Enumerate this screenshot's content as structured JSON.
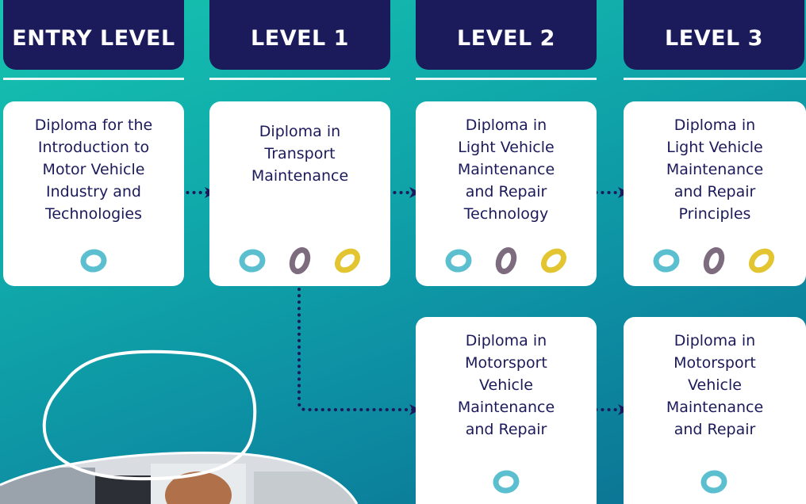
{
  "levels": [
    {
      "label": "ENTRY LEVEL"
    },
    {
      "label": "LEVEL 1"
    },
    {
      "label": "LEVEL 2"
    },
    {
      "label": "LEVEL 3"
    }
  ],
  "qualifications": [
    {
      "title": "Diploma for the\nIntroduction to\nMotor Vehicle\nIndustry and\nTechnologies",
      "marks": [
        "teal"
      ]
    },
    {
      "title": "Diploma in\nTransport\nMaintenance",
      "marks": [
        "teal",
        "purple",
        "yellow"
      ]
    },
    {
      "title": "Diploma in\nLight Vehicle\nMaintenance\nand Repair\nTechnology",
      "marks": [
        "teal",
        "purple",
        "yellow"
      ]
    },
    {
      "title": "Diploma in\nLight Vehicle\nMaintenance\nand Repair\nPrinciples",
      "marks": [
        "teal",
        "purple",
        "yellow"
      ]
    },
    {
      "title": "Diploma in\nMotorsport\nVehicle\nMaintenance\nand Repair",
      "marks": [
        "teal"
      ]
    },
    {
      "title": "Diploma in\nMotorsport\nVehicle\nMaintenance\nand Repair",
      "marks": [
        "teal"
      ]
    }
  ],
  "colors": {
    "navy": "#1b1a5a",
    "teal": "#5bbfcf",
    "purple": "#7d6b7e",
    "yellow": "#e3c531"
  }
}
